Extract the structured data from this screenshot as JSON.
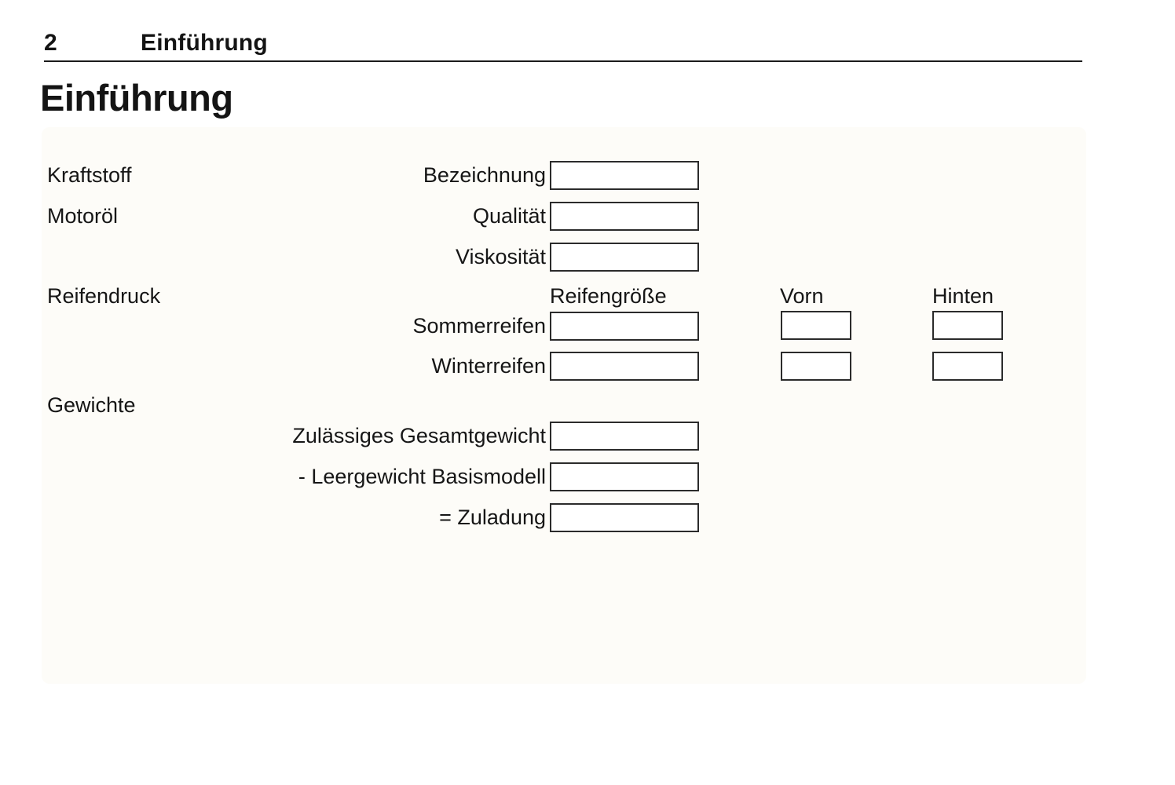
{
  "header": {
    "page_number": "2",
    "title": "Einführung"
  },
  "heading": "Einführung",
  "form": {
    "sections": {
      "fuel": "Kraftstoff",
      "oil": "Motoröl",
      "tire_pressure": "Reifendruck",
      "weights": "Gewichte"
    },
    "labels": {
      "designation": "Bezeichnung",
      "quality": "Qualität",
      "viscosity": "Viskosität",
      "tire_size": "Reifengröße",
      "front": "Vorn",
      "rear": "Hinten",
      "summer_tires": "Sommerreifen",
      "winter_tires": "Winterreifen",
      "gross_weight": "Zulässiges Gesamtgewicht",
      "kerb_weight": "- Leergewicht Basismodell",
      "payload": "= Zuladung"
    },
    "values": {
      "designation": "",
      "quality": "",
      "viscosity": "",
      "summer_size": "",
      "summer_front": "",
      "summer_rear": "",
      "winter_size": "",
      "winter_front": "",
      "winter_rear": "",
      "gross_weight": "",
      "kerb_weight": "",
      "payload": ""
    }
  },
  "colors": {
    "page_background": "#ffffff",
    "panel_background": "#fdfcf8",
    "text": "#141414",
    "box_border": "#2b2b2b"
  }
}
